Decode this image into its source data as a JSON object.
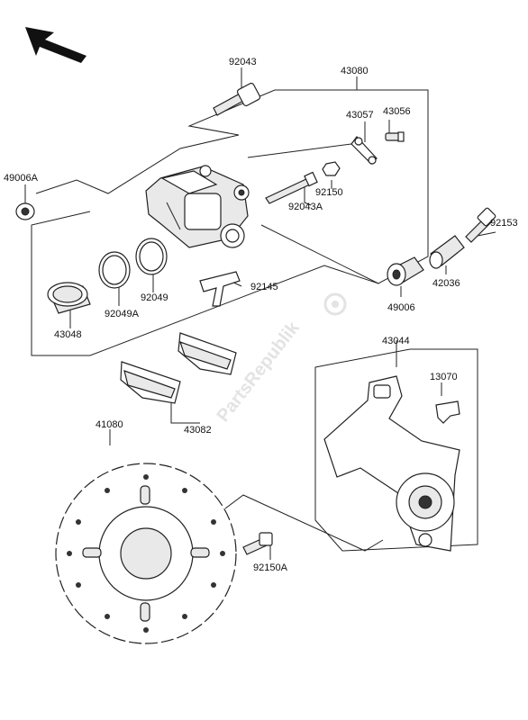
{
  "watermark": "PartsRepublik",
  "labels": {
    "p92043": "92043",
    "p43080": "43080",
    "p43057": "43057",
    "p43056": "43056",
    "p49006A": "49006A",
    "p92150": "92150",
    "p92043A": "92043A",
    "p92153": "92153",
    "p92049": "92049",
    "p92049A": "92049A",
    "p43048": "43048",
    "p92145": "92145",
    "p49006": "49006",
    "p42036": "42036",
    "p43044": "43044",
    "p13070": "13070",
    "p43082": "43082",
    "p41080": "41080",
    "p92150A": "92150A"
  }
}
